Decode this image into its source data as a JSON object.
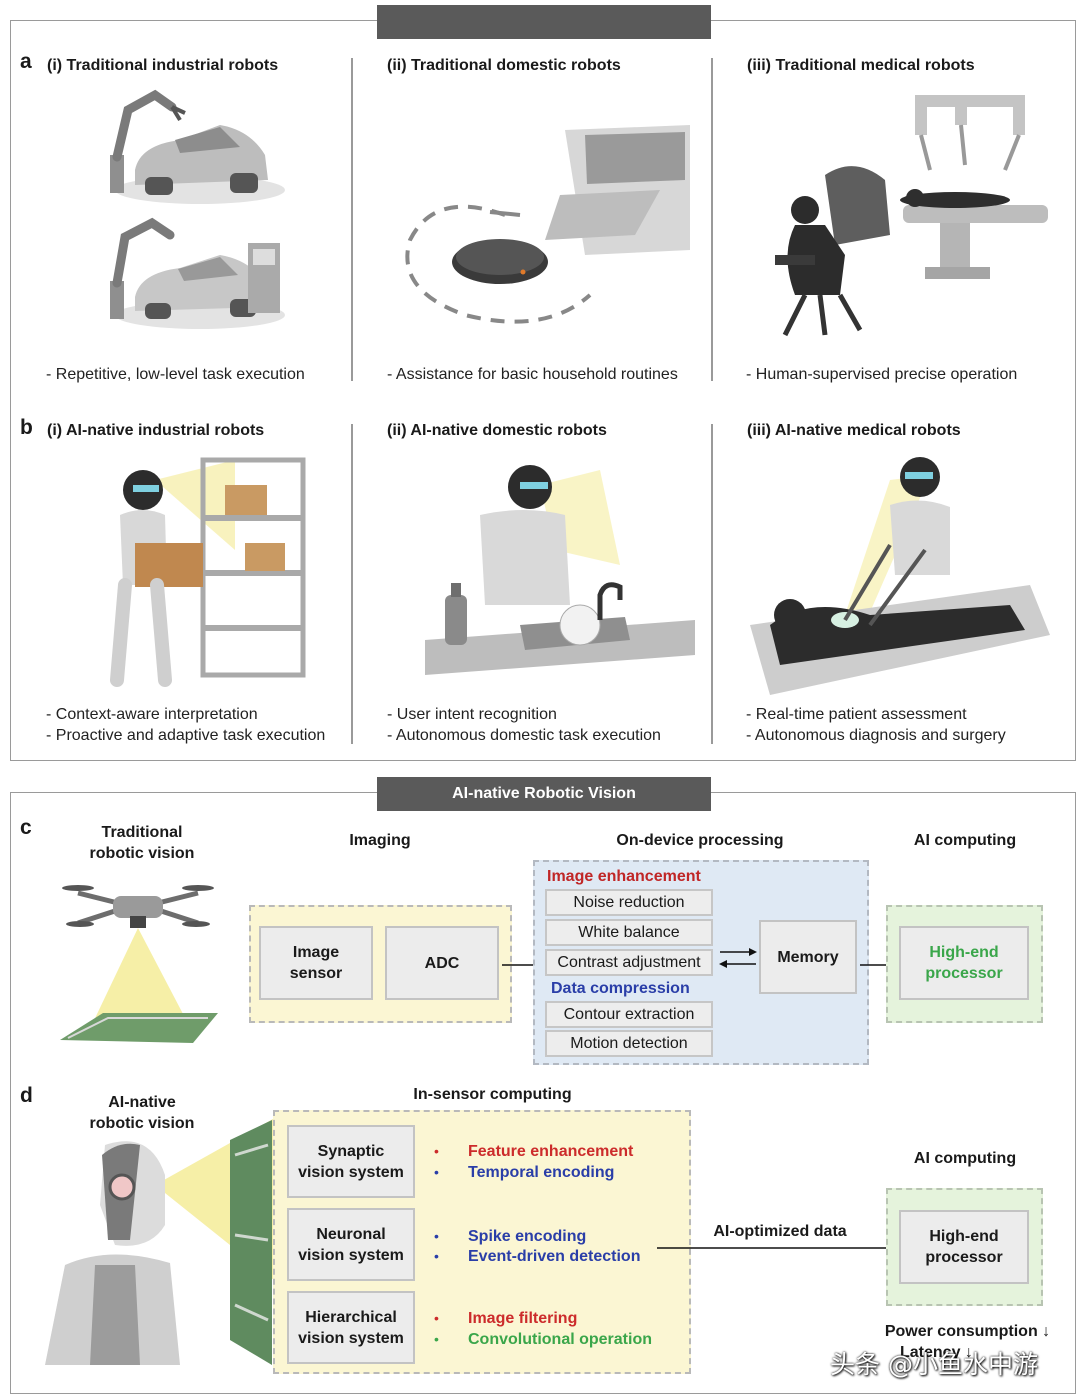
{
  "top_section": {
    "header": ""
  },
  "panel_a": {
    "letter": "a",
    "cells": [
      {
        "title": "(i) Traditional industrial robots",
        "desc": [
          "- Repetitive, low-level task execution"
        ]
      },
      {
        "title": "(ii) Traditional domestic robots",
        "desc": [
          "- Assistance for basic household routines"
        ]
      },
      {
        "title": "(iii) Traditional medical robots",
        "desc": [
          "- Human-supervised precise operation"
        ]
      }
    ]
  },
  "panel_b": {
    "letter": "b",
    "cells": [
      {
        "title": "(i) AI-native industrial robots",
        "desc": [
          "- Context-aware interpretation",
          "- Proactive and adaptive task execution"
        ]
      },
      {
        "title": "(ii) AI-native domestic robots",
        "desc": [
          "- User intent recognition",
          "- Autonomous domestic task execution"
        ]
      },
      {
        "title": "(iii) AI-native medical robots",
        "desc": [
          "- Real-time patient assessment",
          "- Autonomous diagnosis and surgery"
        ]
      }
    ]
  },
  "bottom_section": {
    "header": "AI-native Robotic Vision"
  },
  "panel_c": {
    "letter": "c",
    "traditional_label": [
      "Traditional",
      "robotic vision"
    ],
    "imaging_label": "Imaging",
    "processing_label": "On-device processing",
    "ai_label": "AI computing",
    "image_sensor": [
      "Image",
      "sensor"
    ],
    "adc": "ADC",
    "enhancement_heading": "Image enhancement",
    "enhancement_items": [
      "Noise reduction",
      "White balance",
      "Contrast adjustment"
    ],
    "compression_heading": "Data compression",
    "compression_items": [
      "Contour extraction",
      "Motion detection"
    ],
    "memory": "Memory",
    "processor": [
      "High-end",
      "processor"
    ]
  },
  "panel_d": {
    "letter": "d",
    "native_label": [
      "AI-native",
      "robotic vision"
    ],
    "insensor_label": "In-sensor computing",
    "systems": [
      {
        "name": [
          "Synaptic",
          "vision system"
        ],
        "features": [
          {
            "text": "Feature enhancement",
            "color": "red"
          },
          {
            "text": "Temporal encoding",
            "color": "blue"
          }
        ]
      },
      {
        "name": [
          "Neuronal",
          "vision system"
        ],
        "features": [
          {
            "text": "Spike encoding",
            "color": "blue"
          },
          {
            "text": "Event-driven detection",
            "color": "blue"
          }
        ]
      },
      {
        "name": [
          "Hierarchical",
          "vision system"
        ],
        "features": [
          {
            "text": "Image filtering",
            "color": "red"
          },
          {
            "text": "Convolutional operation",
            "color": "green"
          }
        ]
      }
    ],
    "data_label": "AI-optimized data",
    "ai_label": "AI computing",
    "processor": [
      "High-end",
      "processor"
    ],
    "power": "Power consumption ↓",
    "latency": "Latency ↓"
  },
  "watermark": "头条 @小鱼水中游",
  "colors": {
    "red": "#cc2b2b",
    "blue": "#2a3ea8",
    "green": "#3aa64a",
    "header": "#5a5a5a"
  }
}
